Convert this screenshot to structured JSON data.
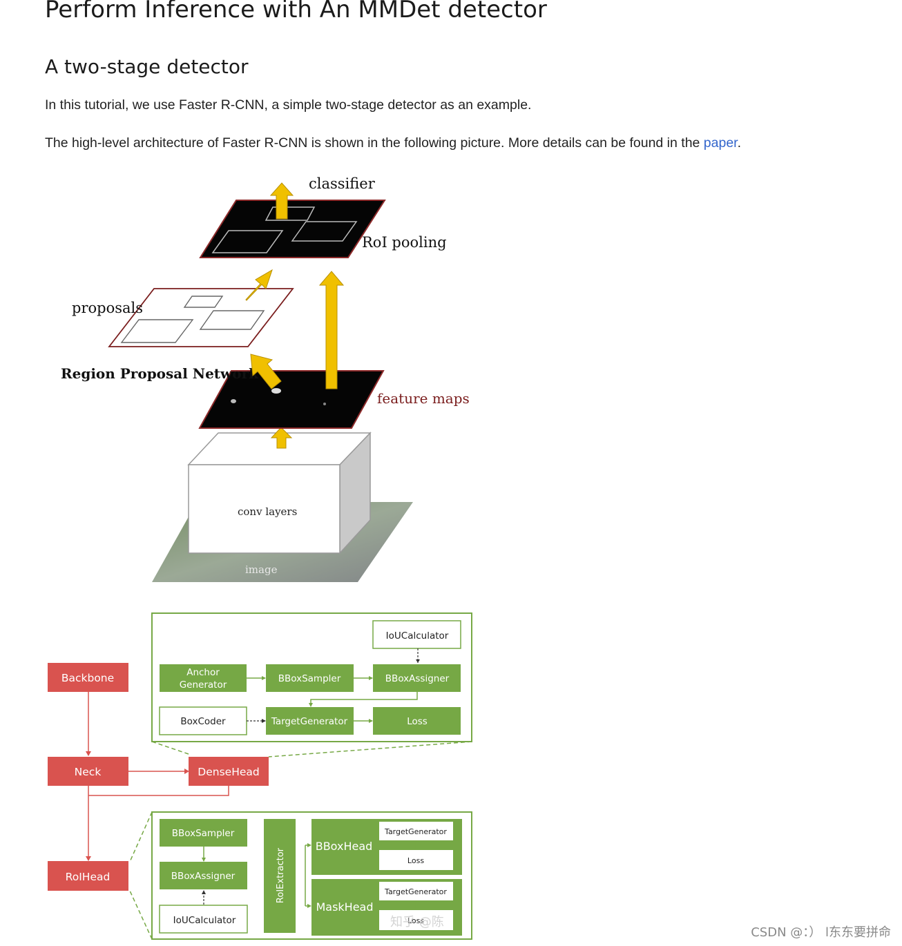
{
  "title": "Perform Inference with An MMDet detector",
  "subtitle": "A two-stage detector",
  "paragraph1": "In this tutorial, we use Faster R-CNN, a simple two-stage detector as an example.",
  "paragraph2": {
    "before": "The high-level architecture of Faster R-CNN is shown in the following picture. More details can be found in the ",
    "link": "paper",
    "after": "."
  },
  "architecture": {
    "classifier": "classifier",
    "roi_pooling": "RoI pooling",
    "proposals": "proposals",
    "rpn": "Region Proposal Network",
    "feature_maps": "feature maps",
    "conv_layers": "conv layers",
    "image": "image"
  },
  "mmdet": {
    "backbone": "Backbone",
    "neck": "Neck",
    "dense_head": "DenseHead",
    "roi_head": "RoIHead",
    "iou_calculator_top": "IoUCalculator",
    "anchor_generator_line1": "Anchor",
    "anchor_generator_line2": "Generator",
    "bbox_sampler_top": "BBoxSampler",
    "bbox_assigner_top": "BBoxAssigner",
    "box_coder": "BoxCoder",
    "target_generator_top": "TargetGenerator",
    "loss_top": "Loss",
    "bbox_sampler_bottom": "BBoxSampler",
    "bbox_assigner_bottom": "BBoxAssigner",
    "iou_calculator_bottom": "IoUCalculator",
    "roi_extractor": "RoIExtractor",
    "bbox_head": "BBoxHead",
    "mask_head": "MaskHead",
    "bbox_head_target": "TargetGenerator",
    "bbox_head_loss": "Loss",
    "mask_head_target": "TargetGenerator",
    "mask_head_loss": "Loss",
    "zhihu_mark": "知乎 @陈 "
  },
  "colors": {
    "red": "#d9534f",
    "green": "#76a845",
    "yellow": "#f0c000",
    "link": "#3366cc"
  },
  "watermark": "CSDN @：）  l东东要拼命"
}
